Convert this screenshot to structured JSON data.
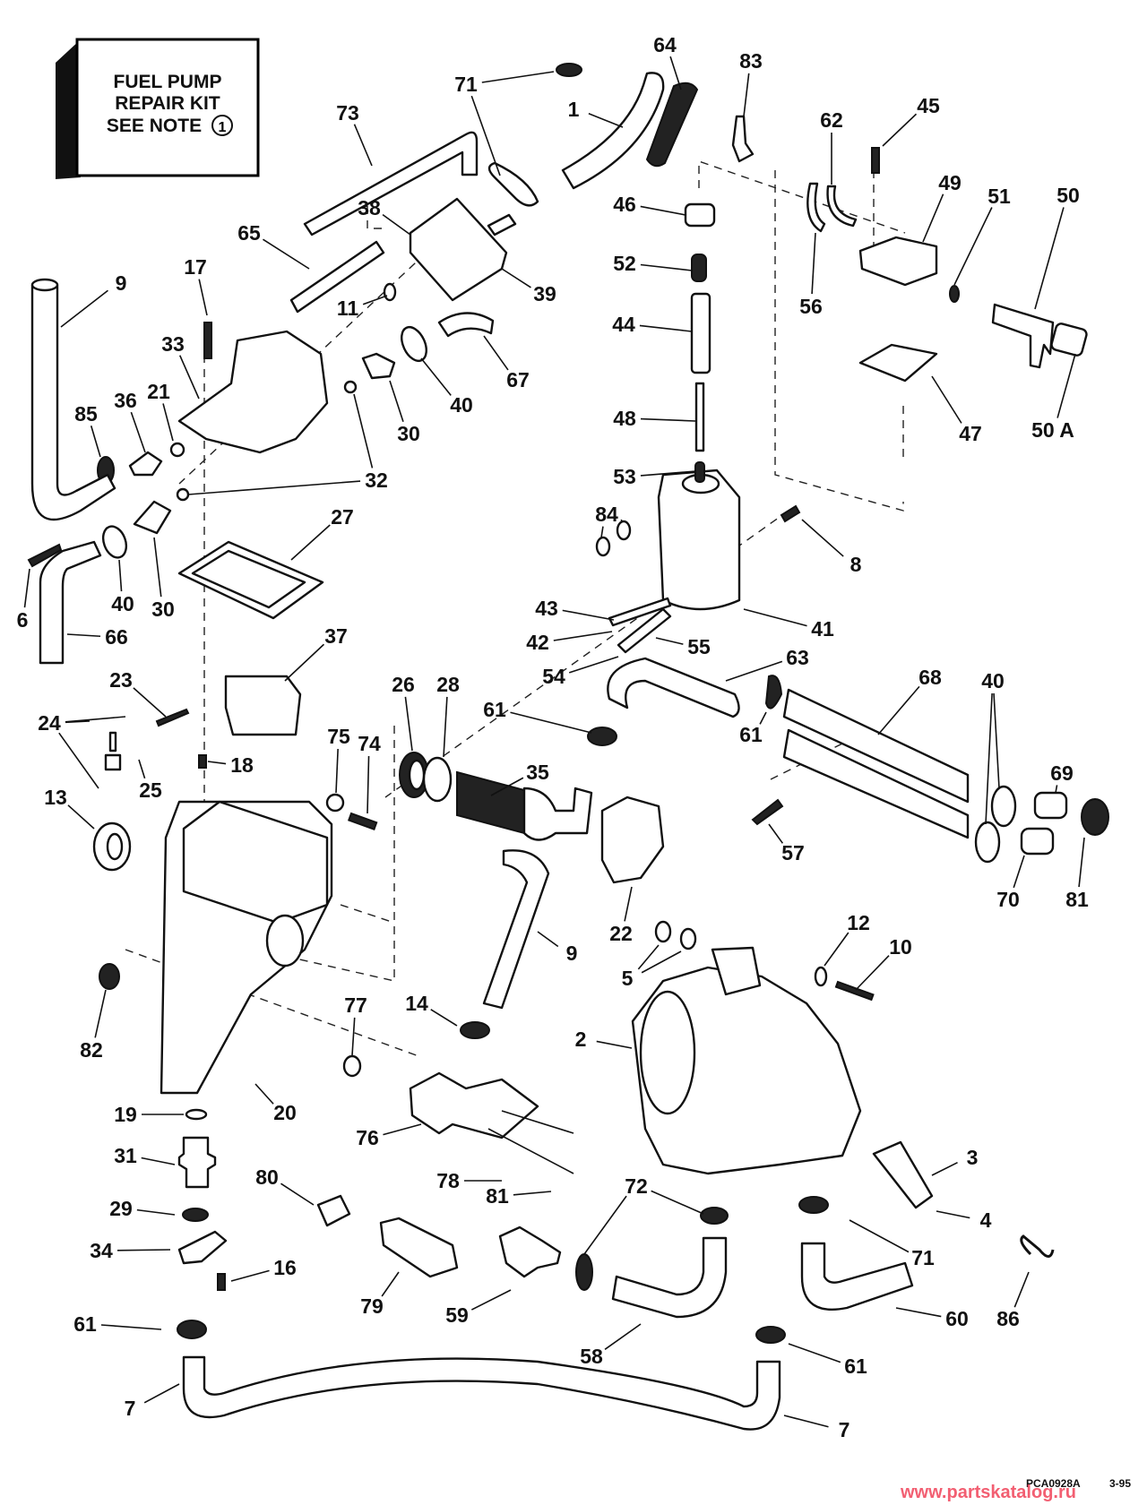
{
  "diagram": {
    "title": "Fuel Pump / Vapor Separator Exploded Parts Diagram",
    "kit_box": {
      "line1": "FUEL PUMP",
      "line2": "REPAIR KIT",
      "line3": "SEE NOTE",
      "note_number": "1"
    },
    "drawing_code": "PCA0928A",
    "drawing_date": "3-95",
    "watermark": "www.partskatalog.ru",
    "colors": {
      "line": "#111111",
      "background": "#ffffff",
      "watermark": "#f0445a"
    },
    "labels": [
      {
        "id": "64",
        "text": "64"
      },
      {
        "id": "83",
        "text": "83"
      },
      {
        "id": "71-top",
        "text": "71"
      },
      {
        "id": "1",
        "text": "1"
      },
      {
        "id": "73",
        "text": "73"
      },
      {
        "id": "45",
        "text": "45"
      },
      {
        "id": "62",
        "text": "62"
      },
      {
        "id": "49",
        "text": "49"
      },
      {
        "id": "51",
        "text": "51"
      },
      {
        "id": "50",
        "text": "50"
      },
      {
        "id": "38",
        "text": "38"
      },
      {
        "id": "46",
        "text": "46"
      },
      {
        "id": "65",
        "text": "65"
      },
      {
        "id": "9-left",
        "text": "9"
      },
      {
        "id": "17",
        "text": "17"
      },
      {
        "id": "11",
        "text": "11"
      },
      {
        "id": "39",
        "text": "39"
      },
      {
        "id": "52",
        "text": "52"
      },
      {
        "id": "56",
        "text": "56"
      },
      {
        "id": "44",
        "text": "44"
      },
      {
        "id": "33",
        "text": "33"
      },
      {
        "id": "67",
        "text": "67"
      },
      {
        "id": "50A",
        "text": "50 A"
      },
      {
        "id": "47",
        "text": "47"
      },
      {
        "id": "85",
        "text": "85"
      },
      {
        "id": "36",
        "text": "36"
      },
      {
        "id": "21",
        "text": "21"
      },
      {
        "id": "40-top",
        "text": "40"
      },
      {
        "id": "30-top",
        "text": "30"
      },
      {
        "id": "48",
        "text": "48"
      },
      {
        "id": "32",
        "text": "32"
      },
      {
        "id": "53",
        "text": "53"
      },
      {
        "id": "27",
        "text": "27"
      },
      {
        "id": "84",
        "text": "84"
      },
      {
        "id": "8",
        "text": "8"
      },
      {
        "id": "6",
        "text": "6"
      },
      {
        "id": "40-left",
        "text": "40"
      },
      {
        "id": "30-left",
        "text": "30"
      },
      {
        "id": "43",
        "text": "43"
      },
      {
        "id": "41",
        "text": "41"
      },
      {
        "id": "42",
        "text": "42"
      },
      {
        "id": "55",
        "text": "55"
      },
      {
        "id": "66",
        "text": "66"
      },
      {
        "id": "37",
        "text": "37"
      },
      {
        "id": "54",
        "text": "54"
      },
      {
        "id": "63",
        "text": "63"
      },
      {
        "id": "68",
        "text": "68"
      },
      {
        "id": "23",
        "text": "23"
      },
      {
        "id": "26",
        "text": "26"
      },
      {
        "id": "28",
        "text": "28"
      },
      {
        "id": "61-mid",
        "text": "61"
      },
      {
        "id": "40-right",
        "text": "40"
      },
      {
        "id": "24",
        "text": "24"
      },
      {
        "id": "18",
        "text": "18"
      },
      {
        "id": "75",
        "text": "75"
      },
      {
        "id": "74",
        "text": "74"
      },
      {
        "id": "25",
        "text": "25"
      },
      {
        "id": "35",
        "text": "35"
      },
      {
        "id": "61-right",
        "text": "61"
      },
      {
        "id": "69",
        "text": "69"
      },
      {
        "id": "13",
        "text": "13"
      },
      {
        "id": "57",
        "text": "57"
      },
      {
        "id": "70",
        "text": "70"
      },
      {
        "id": "81-right",
        "text": "81"
      },
      {
        "id": "22",
        "text": "22"
      },
      {
        "id": "9-mid",
        "text": "9"
      },
      {
        "id": "12",
        "text": "12"
      },
      {
        "id": "10",
        "text": "10"
      },
      {
        "id": "5",
        "text": "5"
      },
      {
        "id": "82",
        "text": "82"
      },
      {
        "id": "14",
        "text": "14"
      },
      {
        "id": "2",
        "text": "2"
      },
      {
        "id": "77",
        "text": "77"
      },
      {
        "id": "20",
        "text": "20"
      },
      {
        "id": "19",
        "text": "19"
      },
      {
        "id": "76",
        "text": "76"
      },
      {
        "id": "31",
        "text": "31"
      },
      {
        "id": "3",
        "text": "3"
      },
      {
        "id": "78",
        "text": "78"
      },
      {
        "id": "81-bottom",
        "text": "81"
      },
      {
        "id": "80",
        "text": "80"
      },
      {
        "id": "72",
        "text": "72"
      },
      {
        "id": "4",
        "text": "4"
      },
      {
        "id": "29",
        "text": "29"
      },
      {
        "id": "34",
        "text": "34"
      },
      {
        "id": "71-bottom",
        "text": "71"
      },
      {
        "id": "16",
        "text": "16"
      },
      {
        "id": "79",
        "text": "79"
      },
      {
        "id": "59",
        "text": "59"
      },
      {
        "id": "60",
        "text": "60"
      },
      {
        "id": "86",
        "text": "86"
      },
      {
        "id": "61-left",
        "text": "61"
      },
      {
        "id": "58",
        "text": "58"
      },
      {
        "id": "61-bottom",
        "text": "61"
      },
      {
        "id": "7-left",
        "text": "7"
      },
      {
        "id": "7-right",
        "text": "7"
      }
    ]
  }
}
